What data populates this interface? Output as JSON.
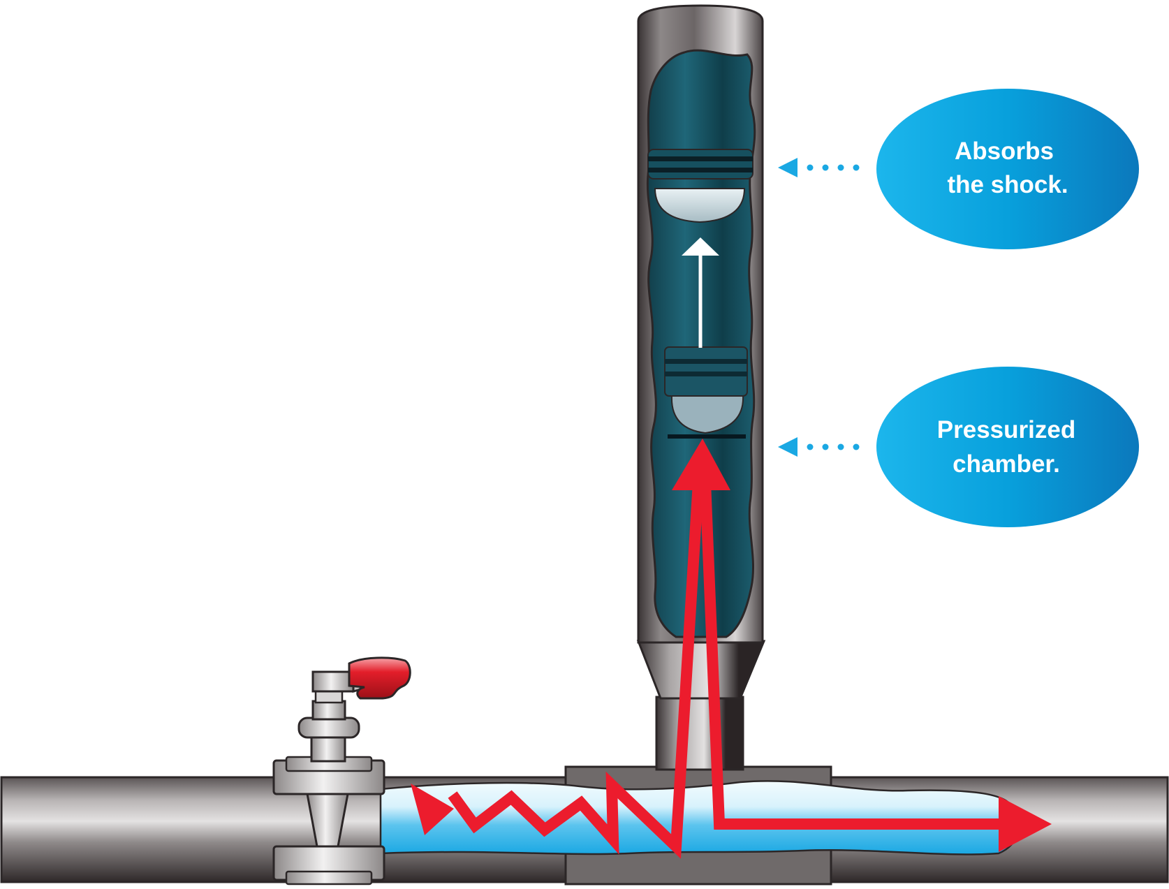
{
  "callouts": [
    {
      "line1": "Absorbs",
      "line2": "the shock."
    },
    {
      "line1": "Pressurized",
      "line2": "chamber."
    }
  ],
  "colors": {
    "pipe_dark": "#3b3536",
    "pipe_light": "#d6d3d3",
    "water_light": "#e6f7fd",
    "water_blue": "#1aa8e3",
    "chamber_teal": "#1c5f70",
    "chamber_dark": "#0e3e49",
    "bubble_light": "#18b4ea",
    "bubble_dark": "#0a7bbf",
    "shock_red": "#ec1c2d",
    "valve_red": "#e31e2a",
    "dots_blue": "#1aa8e3"
  },
  "icons": {
    "valve": "valve-icon",
    "piston": "piston-icon",
    "shock_wave": "shock-wave-arrow-icon"
  }
}
